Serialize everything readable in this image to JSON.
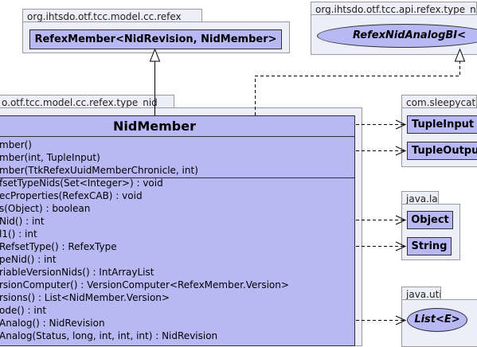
{
  "packages": {
    "model_refex": {
      "name": "org.ihtsdo.otf.tcc.model.cc.refex"
    },
    "api_type_nid": {
      "name": "org.ihtsdo.otf.tcc.api.refex.type_nid"
    },
    "model_type_nid": {
      "name": "o.otf.tcc.model.cc.refex.type_nid"
    },
    "sleepycat": {
      "name": "com.sleepycat"
    },
    "java_lang": {
      "name": "java.lang"
    },
    "java_util": {
      "name": "java.util"
    }
  },
  "classes": {
    "refex_member": "RefexMember<NidRevision, NidMember>",
    "refex_nid_analog": "RefexNidAnalogBI<",
    "tuple_input": "TupleInput",
    "tuple_output": "TupleOutpu",
    "object": "Object",
    "string": "String",
    "list": "List<E>"
  },
  "main_class": {
    "name": "NidMember",
    "constructors": [
      "mber()",
      "mber(int, TupleInput)",
      "mber(TtkRefexUuidMemberChronicle, int)"
    ],
    "methods": [
      "fsetTypeNids(Set<Integer>) : void",
      "ecProperties(RefexCAB) : void",
      "s(Object) : boolean",
      "Nid() : int",
      "l1() : int",
      "RefsetType() : RefexType",
      "peNid() : int",
      "riableVersionNids() : IntArrayList",
      "rsionComputer() : VersionComputer<RefexMember.Version>",
      "rsions() : List<NidMember.Version>",
      "ode() : int",
      "Analog() : NidRevision",
      "Analog(Status, long, int, int, int) : NidRevision"
    ]
  }
}
